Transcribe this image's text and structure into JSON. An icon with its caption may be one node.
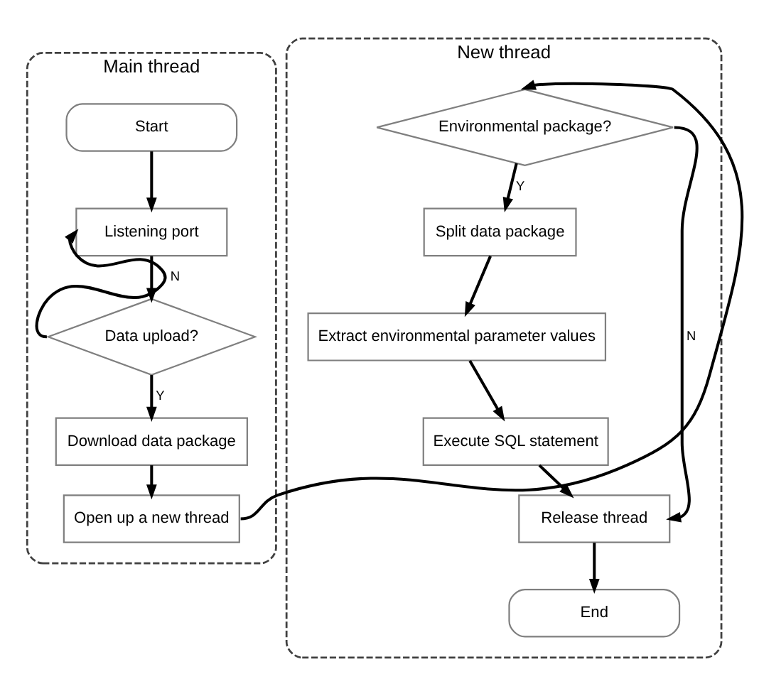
{
  "diagram": {
    "nodes": [
      {
        "text": [
          "Main thread"
        ]
      },
      {
        "text": [
          "Start"
        ],
        "in": 0
      },
      {
        "text": [
          "Listening port"
        ],
        "in": 0
      },
      {
        "text": [
          "Data upload?"
        ],
        "in": 0
      },
      {
        "text": [
          "Download data package"
        ],
        "in": 0
      },
      {
        "text": [
          "Open up a new thread"
        ],
        "in": 0
      },
      {
        "text": [
          "New thread"
        ]
      },
      {
        "text": [
          "Environmental package?"
        ],
        "in": 6
      },
      {
        "text": [
          "Split data package"
        ],
        "in": 6
      },
      {
        "text": [
          "Extract environmental parameter values"
        ],
        "in": 6
      },
      {
        "text": [
          "Execute SQL statement"
        ],
        "in": 6
      },
      {
        "text": [
          "Release thread"
        ],
        "in": 6
      },
      {
        "text": [
          "End"
        ],
        "in": 6
      }
    ],
    "edges": [
      {
        "from": 1,
        "to": 2,
        "arrow": "to"
      },
      {
        "from": 2,
        "to": 3,
        "arrow": "to"
      },
      {
        "from": 3,
        "to": 2,
        "arrow": "to",
        "label": "N"
      },
      {
        "from": 3,
        "to": 4,
        "arrow": "to",
        "label": "Y"
      },
      {
        "from": 4,
        "to": 5,
        "arrow": "to"
      },
      {
        "from": 5,
        "to": 7,
        "arrow": "to"
      },
      {
        "from": 7,
        "to": 8,
        "arrow": "to",
        "label": "Y"
      },
      {
        "from": 8,
        "to": 9,
        "arrow": "to"
      },
      {
        "from": 9,
        "to": 10,
        "arrow": "to"
      },
      {
        "from": 7,
        "to": 11,
        "arrow": "to",
        "label": "N"
      },
      {
        "from": 10,
        "to": 11,
        "arrow": "to"
      },
      {
        "from": 11,
        "to": 12,
        "arrow": "to"
      }
    ]
  }
}
